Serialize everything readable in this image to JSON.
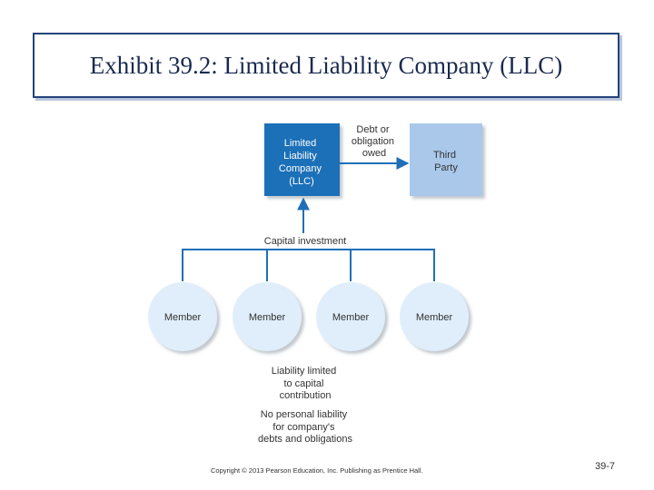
{
  "title": "Exhibit 39.2: Limited Liability Company (LLC)",
  "diagram": {
    "llc_box": [
      "Limited",
      "Liability",
      "Company",
      "(LLC)"
    ],
    "third_party_box": [
      "Third",
      "Party"
    ],
    "debt_label": [
      "Debt or",
      "obligation",
      "owed"
    ],
    "capital_label": "Capital investment",
    "members": [
      "Member",
      "Member",
      "Member",
      "Member"
    ],
    "liability_label": [
      "Liability limited",
      "to capital",
      "contribution"
    ],
    "no_personal_label": [
      "No personal liability",
      "for company's",
      "debts and obligations"
    ],
    "colors": {
      "llc_fill": "#1f6fb8",
      "third_party_fill": "#a9c8ea",
      "member_fill": "#dfeefa",
      "line": "#1f6fb8",
      "text_dark": "#333333"
    }
  },
  "footer": {
    "copyright": "Copyright © 2013 Pearson Education, Inc. Publishing as Prentice Hall.",
    "page_number": "39-7"
  }
}
